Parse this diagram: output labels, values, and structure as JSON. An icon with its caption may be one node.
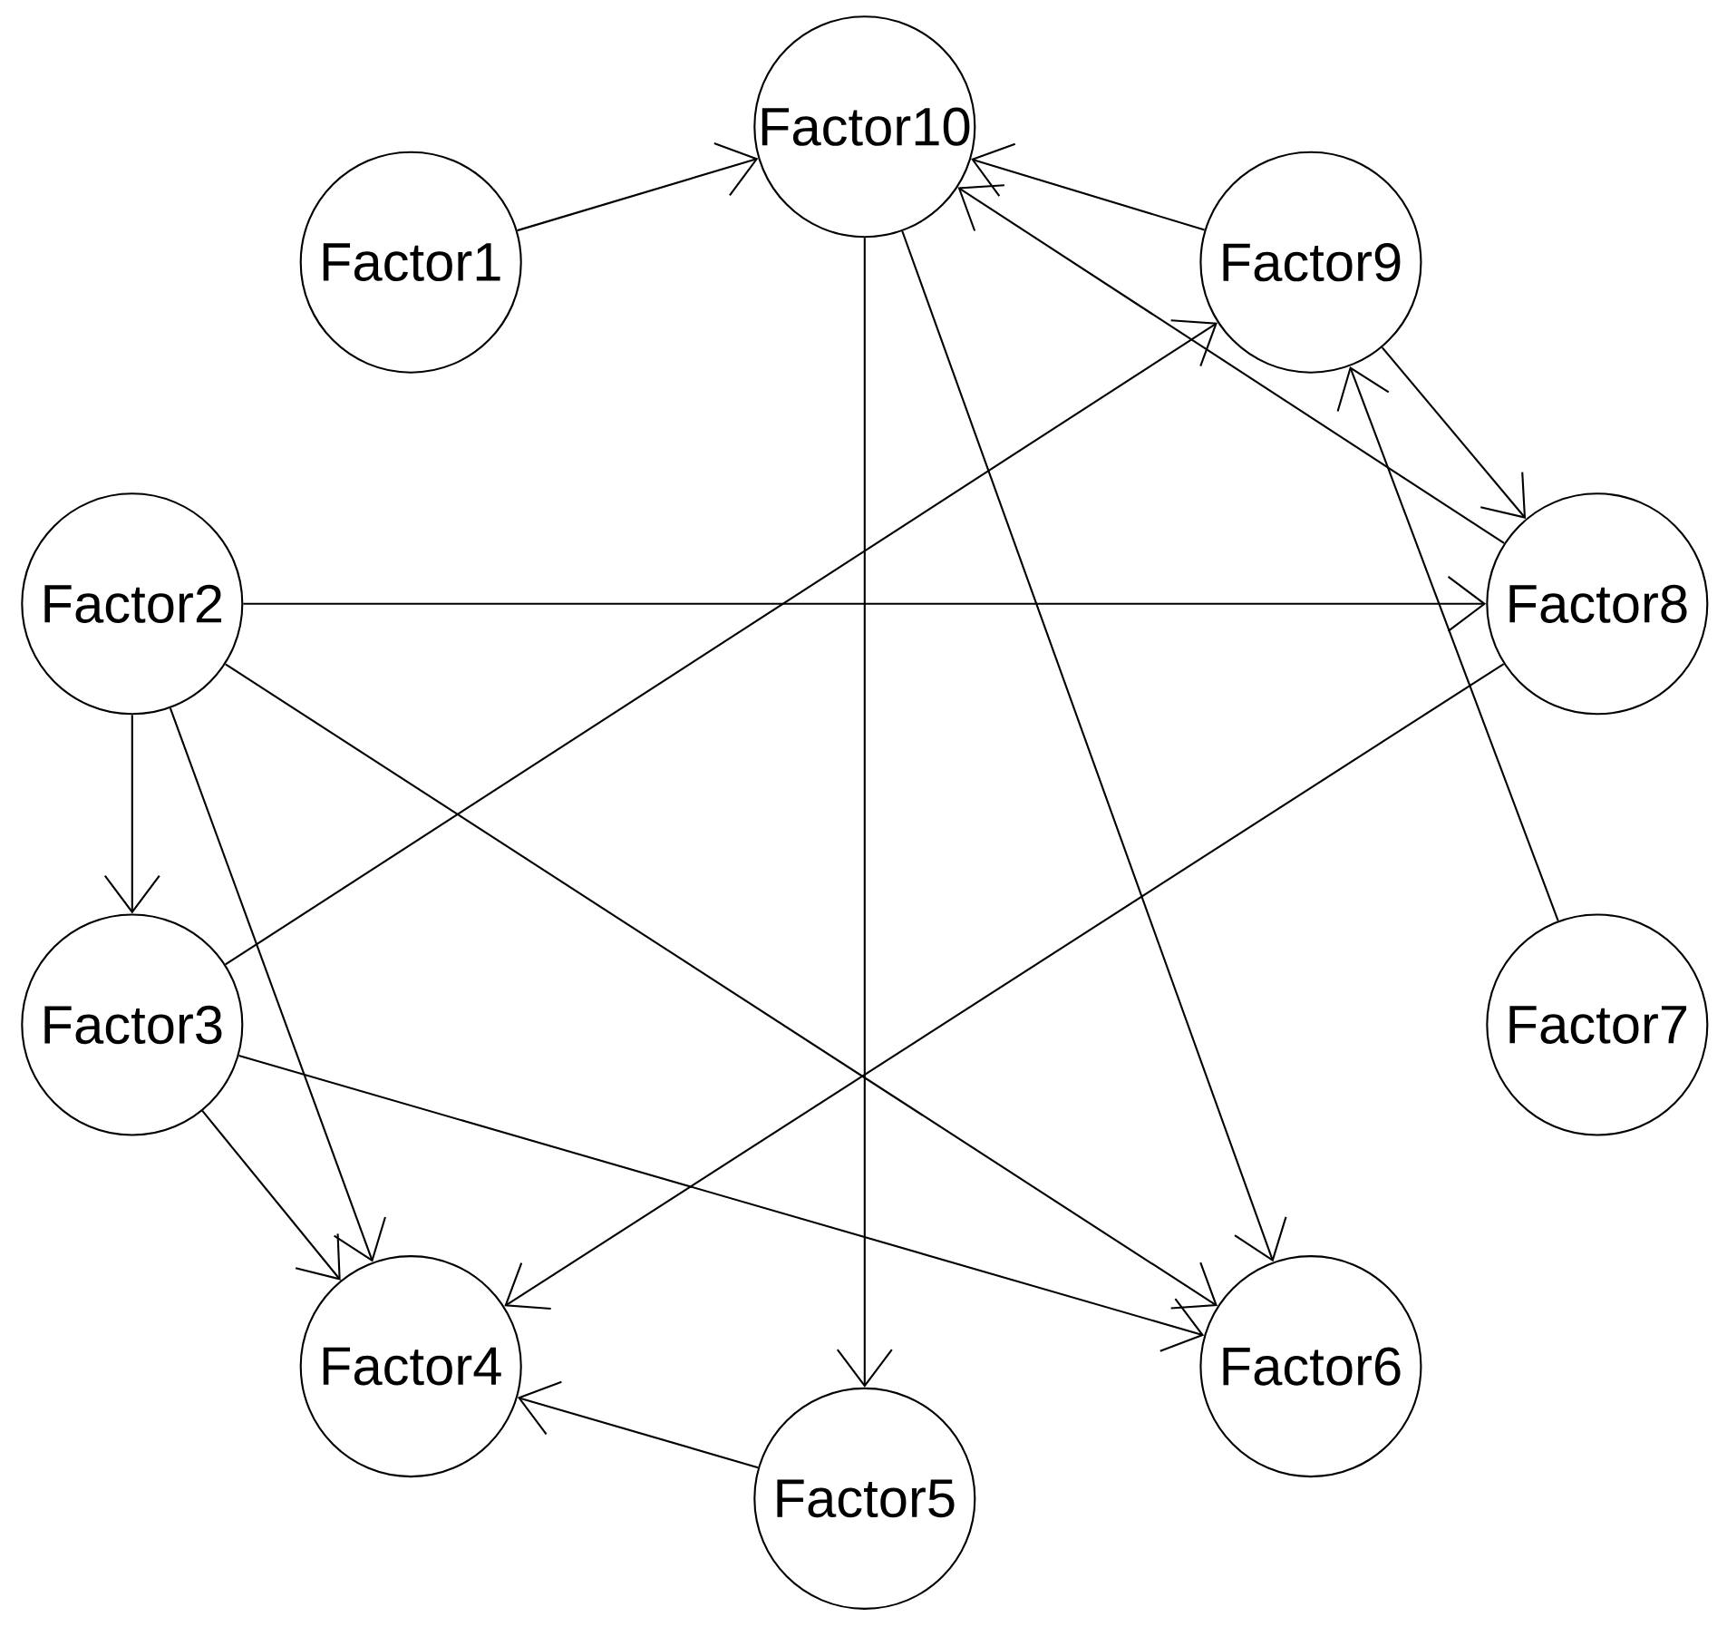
{
  "diagram": {
    "nodes": [
      {
        "text": [
          "Factor10"
        ]
      },
      {
        "text": [
          "Factor1"
        ]
      },
      {
        "text": [
          "Factor9"
        ]
      },
      {
        "text": [
          "Factor2"
        ]
      },
      {
        "text": [
          "Factor8"
        ]
      },
      {
        "text": [
          "Factor3"
        ]
      },
      {
        "text": [
          "Factor7"
        ]
      },
      {
        "text": [
          "Factor4"
        ]
      },
      {
        "text": [
          "Factor6"
        ]
      },
      {
        "text": [
          "Factor5"
        ]
      }
    ],
    "edges": [
      {
        "from": 1,
        "to": 0,
        "arrow": "to"
      },
      {
        "from": 2,
        "to": 0,
        "arrow": "to"
      },
      {
        "from": 4,
        "to": 0,
        "arrow": "to"
      },
      {
        "from": 0,
        "to": 9,
        "arrow": "to"
      },
      {
        "from": 0,
        "to": 8,
        "arrow": "to"
      },
      {
        "from": 5,
        "to": 2,
        "arrow": "to"
      },
      {
        "from": 2,
        "to": 4,
        "arrow": "to"
      },
      {
        "from": 6,
        "to": 2,
        "arrow": "to"
      },
      {
        "from": 3,
        "to": 4,
        "arrow": "to"
      },
      {
        "from": 3,
        "to": 5,
        "arrow": "to"
      },
      {
        "from": 3,
        "to": 7,
        "arrow": "to"
      },
      {
        "from": 3,
        "to": 8,
        "arrow": "to"
      },
      {
        "from": 4,
        "to": 7,
        "arrow": "to"
      },
      {
        "from": 5,
        "to": 7,
        "arrow": "to"
      },
      {
        "from": 5,
        "to": 8,
        "arrow": "to"
      },
      {
        "from": 9,
        "to": 7,
        "arrow": "to"
      }
    ]
  }
}
